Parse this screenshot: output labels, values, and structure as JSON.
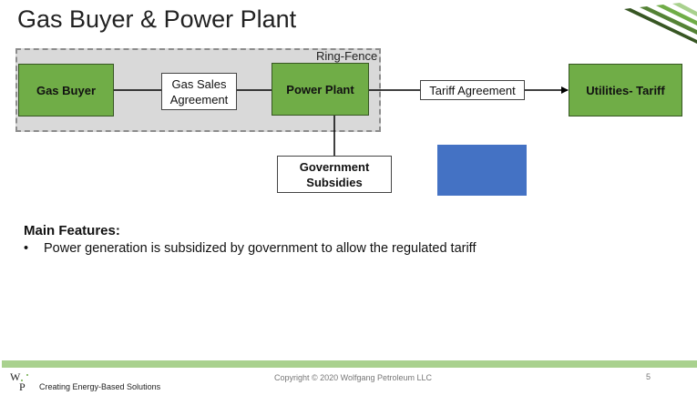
{
  "slide": {
    "title": "Gas Buyer & Power Plant",
    "ring_fence_label": "Ring-Fence",
    "nodes": {
      "gas_buyer": "Gas Buyer",
      "gas_sales_line1": "Gas Sales",
      "gas_sales_line2": "Agreement",
      "power_plant": "Power Plant",
      "tariff_agreement": "Tariff Agreement",
      "utilities_tariff": "Utilities- Tariff",
      "gov_line1": "Government",
      "gov_line2": "Subsidies"
    },
    "features_heading": "Main Features:",
    "bullets": [
      "Power generation is subsidized by government to allow the regulated tariff"
    ]
  },
  "footer": {
    "logo_letters": "WP",
    "tagline": "Creating Energy-Based Solutions",
    "copyright": "Copyright © 2020 Wolfgang Petroleum LLC",
    "page_number": "5"
  },
  "colors": {
    "green_box": "#70ad47",
    "ring_fence_fill": "#d9d9d9",
    "blue_rect": "#4472c4",
    "footer_bar": "#a9d18e",
    "corner_stripes": [
      "#375623",
      "#548235",
      "#70ad47",
      "#a9d18e"
    ]
  }
}
